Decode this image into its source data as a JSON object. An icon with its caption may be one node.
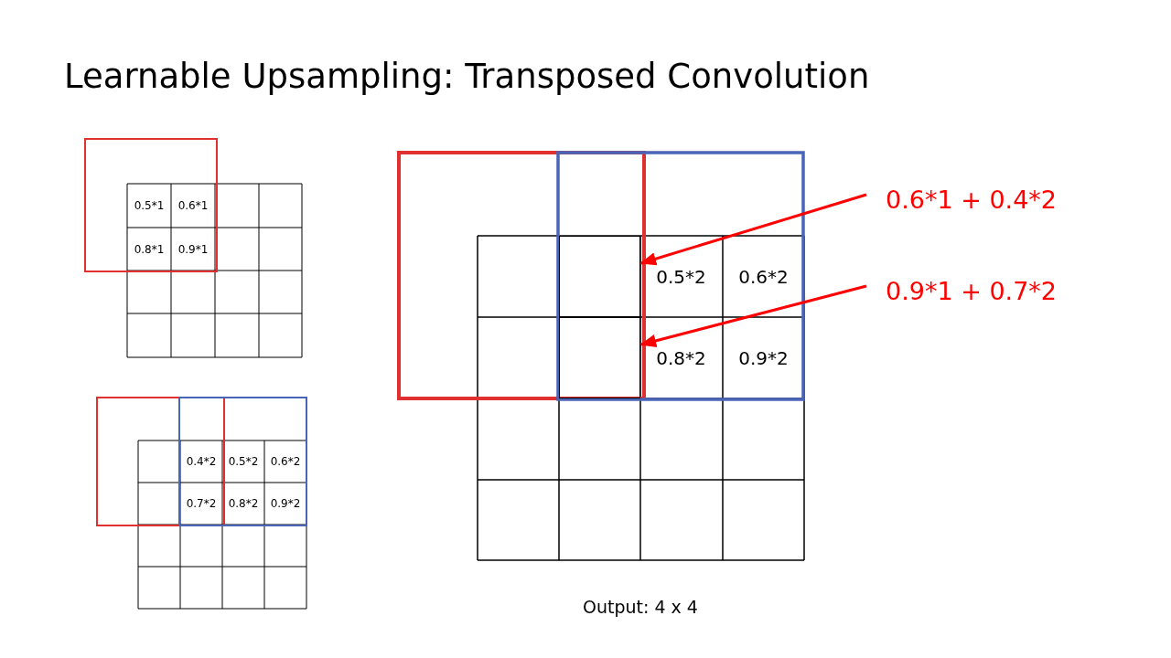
{
  "diagram": {
    "title": "Learnable Upsampling: Transposed Convolution",
    "nodes": [
      {
        "text": [
          "0.6*1 + 0.4*2"
        ]
      },
      {
        "text": [
          "0.9*1 + 0.7*2"
        ]
      },
      {
        "text": [],
        "shape": "box"
      },
      {
        "text": [],
        "shape": "box"
      }
    ],
    "edges": [
      {
        "from": 0,
        "to": 2,
        "arrow": "to",
        "color": "#ff0000"
      },
      {
        "from": 1,
        "to": 3,
        "arrow": "to",
        "color": "#ff0000"
      }
    ],
    "labels": [
      "0.5*1",
      "0.6*1",
      "0.8*1",
      "0.9*1",
      "0.4*2",
      "0.5*2",
      "0.6*2",
      "0.7*2",
      "0.8*2",
      "0.9*2",
      "0.5*2",
      "0.6*2",
      "0.8*2",
      "0.9*2",
      "Output: 4 x 4"
    ]
  }
}
